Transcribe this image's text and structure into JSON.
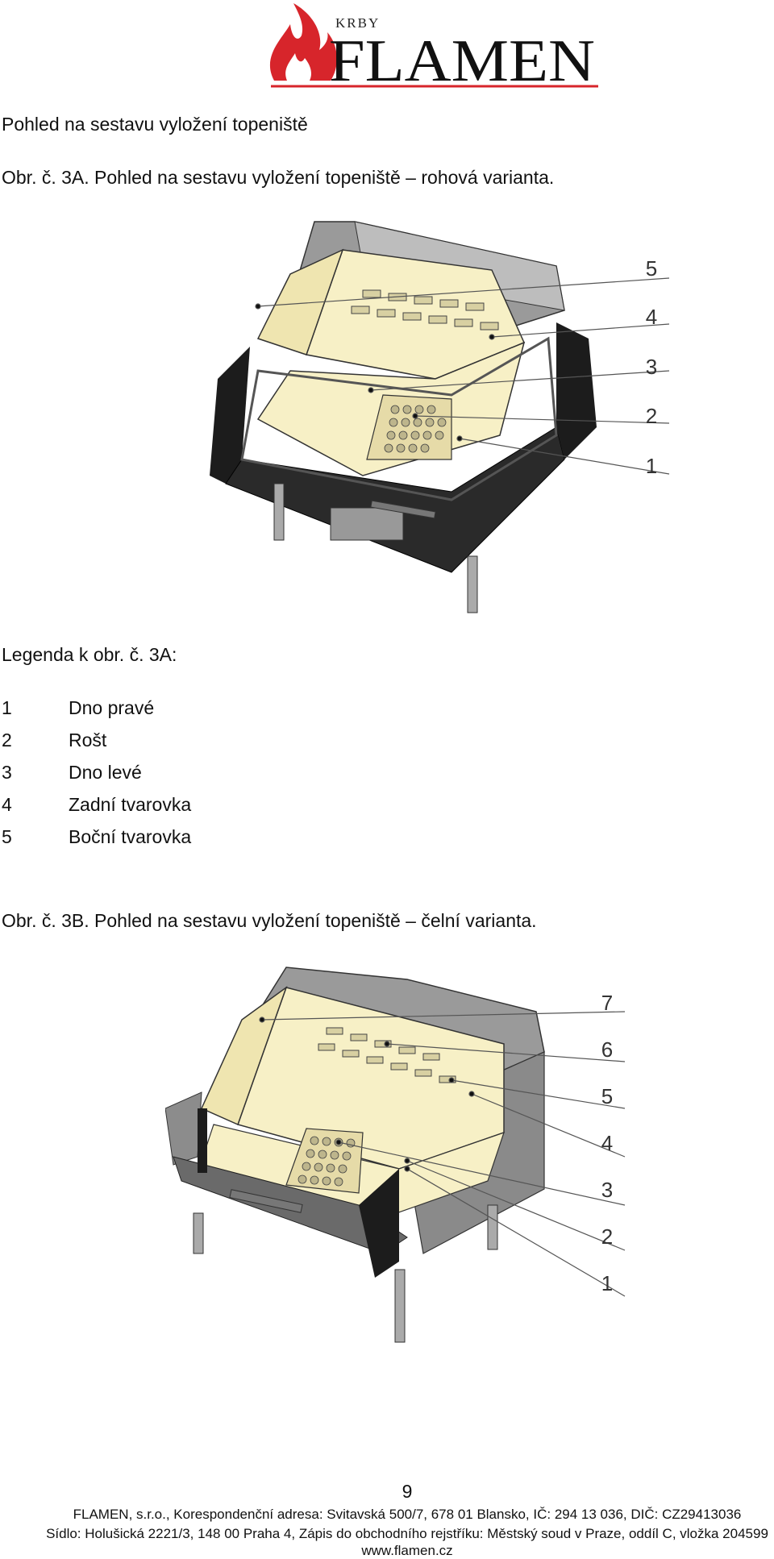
{
  "header": {
    "logo_small": "KRBY",
    "logo_main": "FLAMEN"
  },
  "section_title": "Pohled na sestavu vyložení topeniště",
  "figure_a": {
    "caption": "Obr. č. 3A. Pohled na sestavu vyložení topeniště – rohová varianta.",
    "callouts": [
      "5",
      "4",
      "3",
      "2",
      "1"
    ]
  },
  "legend": {
    "title": "Legenda k obr. č. 3A:",
    "items": [
      {
        "num": "1",
        "label": "Dno pravé"
      },
      {
        "num": "2",
        "label": "Rošt"
      },
      {
        "num": "3",
        "label": "Dno levé"
      },
      {
        "num": "4",
        "label": "Zadní tvarovka"
      },
      {
        "num": "5",
        "label": "Boční tvarovka"
      }
    ]
  },
  "figure_b": {
    "caption": "Obr. č. 3B. Pohled na sestavu vyložení topeniště – čelní varianta.",
    "callouts": [
      "7",
      "6",
      "5",
      "4",
      "3",
      "2",
      "1"
    ]
  },
  "footer": {
    "page_number": "9",
    "line1": "FLAMEN, s.r.o., Korespondenční adresa: Svitavská 500/7, 678 01 Blansko, IČ: 294 13 036, DIČ: CZ29413036",
    "line2": "Sídlo: Holušická 2221/3, 148 00 Praha 4, Zápis do obchodního rejstříku: Městský soud v Praze, oddíl C, vložka 204599",
    "line3": "www.flamen.cz"
  },
  "colors": {
    "brand_red": "#d7252b",
    "cream": "#f7f0c6",
    "steel": "#8a8a8a",
    "black_frame": "#1c1c1c"
  }
}
